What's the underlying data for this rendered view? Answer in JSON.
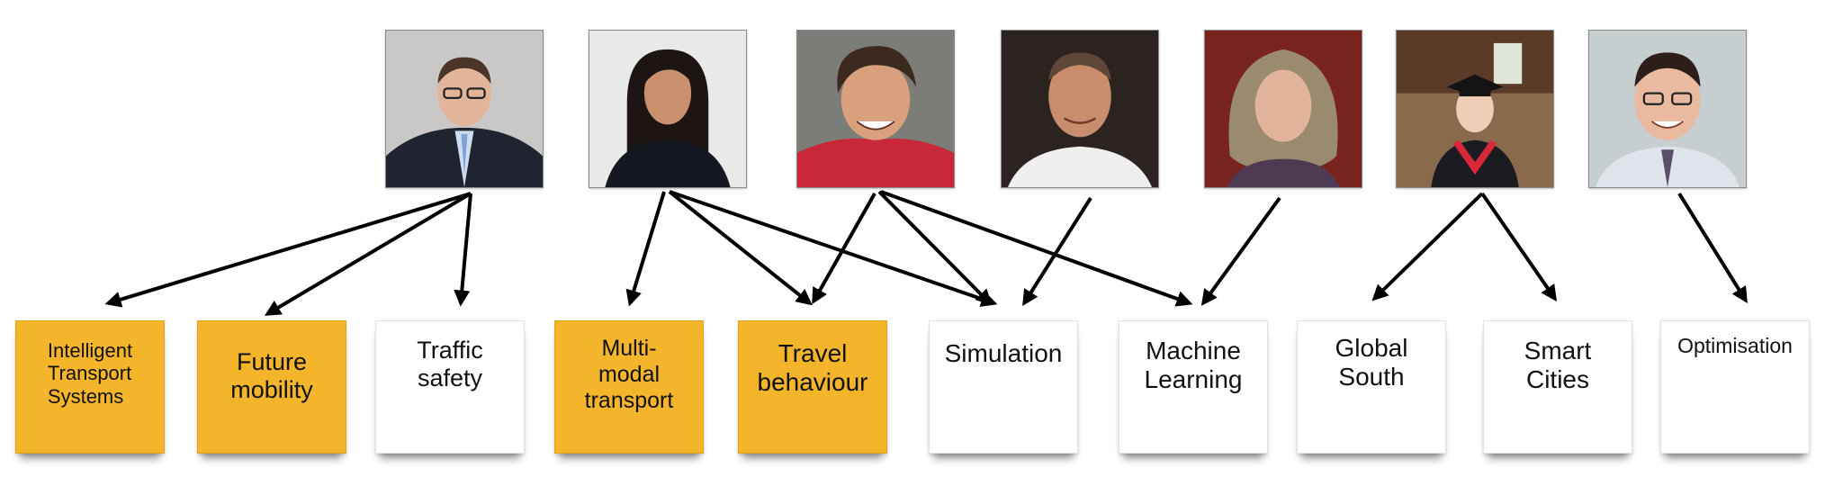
{
  "people": [
    {
      "id": "p1",
      "icon": "person-man-suit-glasses-icon"
    },
    {
      "id": "p2",
      "icon": "person-woman-dark-hair-icon"
    },
    {
      "id": "p3",
      "icon": "person-man-smiling-red-shirt-icon"
    },
    {
      "id": "p4",
      "icon": "person-man-white-shirt-icon"
    },
    {
      "id": "p5",
      "icon": "person-woman-curly-hair-icon"
    },
    {
      "id": "p6",
      "icon": "person-woman-graduation-cap-icon"
    },
    {
      "id": "p7",
      "icon": "person-man-striped-shirt-glasses-icon"
    }
  ],
  "topics": [
    {
      "id": "t1",
      "label": "Intelligent\nTransport\nSystems",
      "highlighted": true
    },
    {
      "id": "t2",
      "label": "Future\nmobility",
      "highlighted": true
    },
    {
      "id": "t3",
      "label": "Traffic\nsafety",
      "highlighted": false
    },
    {
      "id": "t4",
      "label": "Multi-\nmodal\ntransport",
      "highlighted": true
    },
    {
      "id": "t5",
      "label": "Travel\nbehaviour",
      "highlighted": true
    },
    {
      "id": "t6",
      "label": "Simulation",
      "highlighted": false
    },
    {
      "id": "t7",
      "label": "Machine\nLearning",
      "highlighted": false
    },
    {
      "id": "t8",
      "label": "Global\nSouth",
      "highlighted": false
    },
    {
      "id": "t9",
      "label": "Smart\nCities",
      "highlighted": false
    },
    {
      "id": "t10",
      "label": "Optimisation",
      "highlighted": false
    }
  ],
  "links": [
    {
      "from": "p1",
      "to": "t1"
    },
    {
      "from": "p1",
      "to": "t2"
    },
    {
      "from": "p1",
      "to": "t3"
    },
    {
      "from": "p2",
      "to": "t4"
    },
    {
      "from": "p2",
      "to": "t5"
    },
    {
      "from": "p2",
      "to": "t6"
    },
    {
      "from": "p3",
      "to": "t5"
    },
    {
      "from": "p3",
      "to": "t6"
    },
    {
      "from": "p3",
      "to": "t7"
    },
    {
      "from": "p4",
      "to": "t6"
    },
    {
      "from": "p5",
      "to": "t7"
    },
    {
      "from": "p6",
      "to": "t8"
    },
    {
      "from": "p6",
      "to": "t9"
    },
    {
      "from": "p7",
      "to": "t10"
    }
  ],
  "colors": {
    "highlight": "#f4b52a",
    "card": "#ffffff",
    "arrow": "#000000",
    "text": "#111111"
  }
}
